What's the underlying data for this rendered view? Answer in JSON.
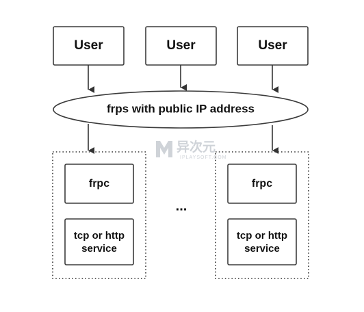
{
  "users": [
    {
      "label": "User"
    },
    {
      "label": "User"
    },
    {
      "label": "User"
    }
  ],
  "server": {
    "label": "frps with public IP address"
  },
  "clients": [
    {
      "client_label": "frpc",
      "service_label_line1": "tcp or http",
      "service_label_line2": "service"
    },
    {
      "client_label": "frpc",
      "service_label_line1": "tcp or http",
      "service_label_line2": "service"
    }
  ],
  "ellipsis": "...",
  "watermark": {
    "text": "异次元",
    "subtext": "IPLAYSOFT.COM"
  },
  "colors": {
    "stroke": "#333333",
    "fill": "#ffffff",
    "watermark": "#cfd3d8"
  }
}
